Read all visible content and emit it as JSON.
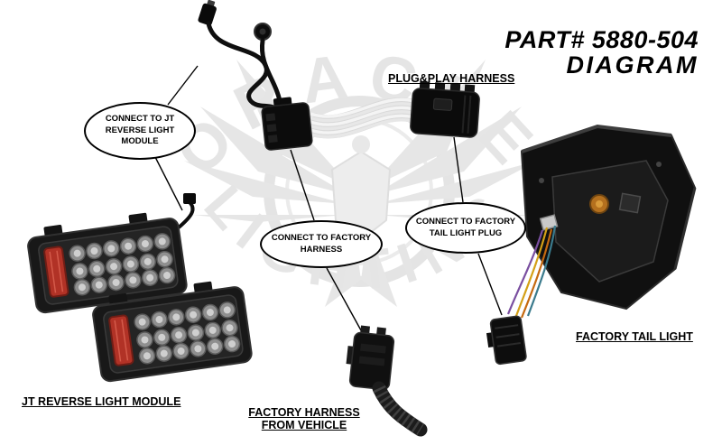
{
  "title": {
    "part": "PART# 5880-504",
    "diagram": "DIAGRAM"
  },
  "watermark": {
    "top": "ORACLE",
    "bottom": "LIGHTING"
  },
  "labels": {
    "plug_play": "PLUG&PLAY HARNESS",
    "jt_module": "JT REVERSE LIGHT MODULE",
    "factory_harness_1": "FACTORY HARNESS",
    "factory_harness_2": "FROM VEHICLE",
    "factory_tail_light": "FACTORY TAIL LIGHT"
  },
  "callouts": {
    "jt": {
      "lines": [
        "CONNECT TO JT",
        "REVERSE LIGHT",
        "MODULE"
      ]
    },
    "factory_harness": {
      "lines": [
        "CONNECT TO FACTORY",
        "HARNESS"
      ]
    },
    "tail_light_plug": {
      "lines": [
        "CONNECT TO FACTORY",
        "TAIL LIGHT PLUG"
      ]
    }
  },
  "colors": {
    "reflector_red": "#b13226",
    "amber_socket": "#b4701e",
    "wire_yellow": "#d4a017",
    "wire_orange": "#c56a10",
    "wire_purple": "#7a4fa0",
    "watermark_gray": "#e4e4e4"
  }
}
